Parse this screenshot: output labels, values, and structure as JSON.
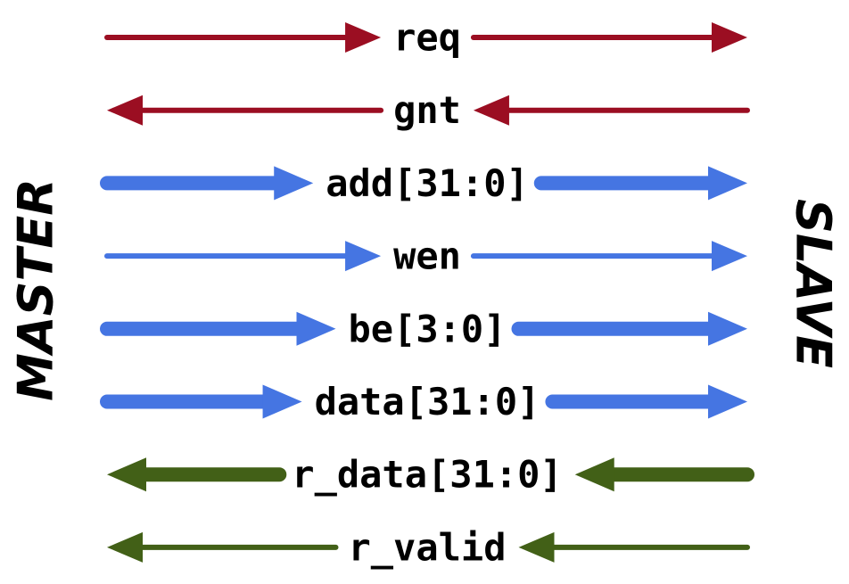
{
  "master_label": "MASTER",
  "slave_label": "SLAVE",
  "colors": {
    "handshake": "#9b0e22",
    "request_bus": "#4575e2",
    "response": "#426017",
    "text": "#000000"
  },
  "signals": [
    {
      "name": "req",
      "direction": "master-to-slave",
      "group": "handshake",
      "width": "thin"
    },
    {
      "name": "gnt",
      "direction": "slave-to-master",
      "group": "handshake",
      "width": "thin"
    },
    {
      "name": "add[31:0]",
      "direction": "master-to-slave",
      "group": "request_bus",
      "width": "thick"
    },
    {
      "name": "wen",
      "direction": "master-to-slave",
      "group": "request_bus",
      "width": "thin"
    },
    {
      "name": "be[3:0]",
      "direction": "master-to-slave",
      "group": "request_bus",
      "width": "thick"
    },
    {
      "name": "data[31:0]",
      "direction": "master-to-slave",
      "group": "request_bus",
      "width": "thick"
    },
    {
      "name": "r_data[31:0]",
      "direction": "slave-to-master",
      "group": "response",
      "width": "thick"
    },
    {
      "name": "r_valid",
      "direction": "slave-to-master",
      "group": "response",
      "width": "thin"
    }
  ]
}
